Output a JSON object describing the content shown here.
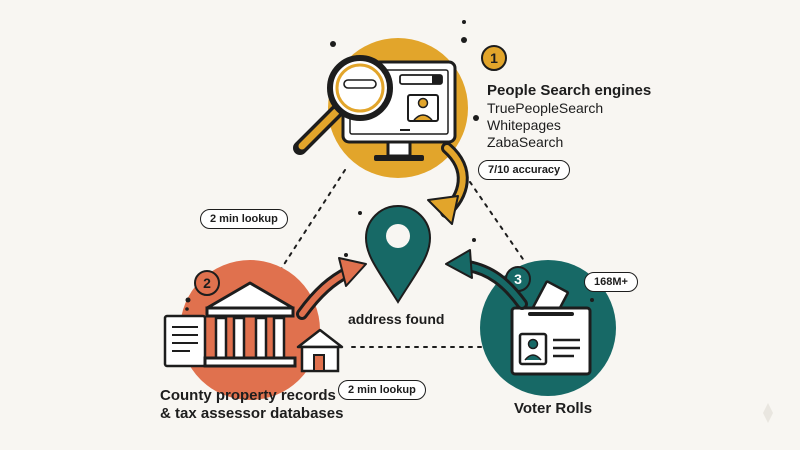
{
  "center": {
    "label": "address found"
  },
  "sources": [
    {
      "number": "1",
      "title": "People Search engines",
      "sites": [
        "TruePeopleSearch",
        "Whitepages",
        "ZabaSearch"
      ],
      "badge": "7/10 accuracy",
      "color": "#e2a52b"
    },
    {
      "number": "2",
      "title_line1": "County property records",
      "title_line2": "& tax assessor databases",
      "color": "#e0714e"
    },
    {
      "number": "3",
      "title": "Voter Rolls",
      "badge": "168M+",
      "color": "#176966"
    }
  ],
  "connectors": {
    "left_badge": "2 min lookup",
    "bottom_badge": "2 min lookup"
  },
  "colors": {
    "pin": "#176966",
    "ink": "#1d1d1d",
    "accent_red": "#e0714e"
  }
}
